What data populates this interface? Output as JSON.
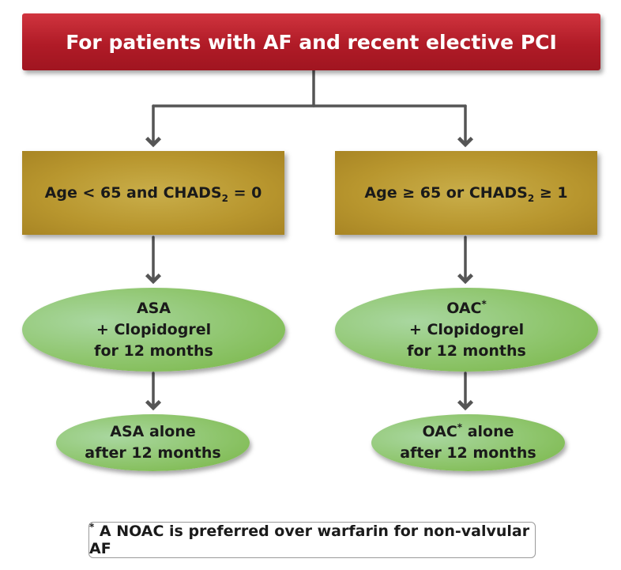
{
  "title": "For patients with AF and recent elective PCI",
  "left_branch": {
    "condition": {
      "pre": "Age < 65 and CHADS",
      "sub": "2",
      "post": " = 0"
    },
    "therapy": [
      "ASA",
      "+ Clopidogrel",
      "for 12 months"
    ],
    "followup": [
      "ASA alone",
      "after 12 months"
    ]
  },
  "right_branch": {
    "condition": {
      "pre": "Age ≥ 65 or CHADS",
      "sub": "2",
      "post": " ≥ 1"
    },
    "therapy": {
      "drug": "OAC",
      "mark": "*",
      "rest": [
        "+ Clopidogrel",
        "for 12 months"
      ]
    },
    "followup": {
      "drug": "OAC",
      "mark": "*",
      "rest": " alone",
      "line2": "after 12 months"
    }
  },
  "footnote": {
    "mark": "*",
    "text": " A NOAC is preferred over warfarin for non-valvular AF"
  },
  "colors": {
    "title_bg": "#b01b27",
    "condition_bg": "#b8962e",
    "ellipse_bg": "#8ec56c",
    "connector": "#555555"
  }
}
